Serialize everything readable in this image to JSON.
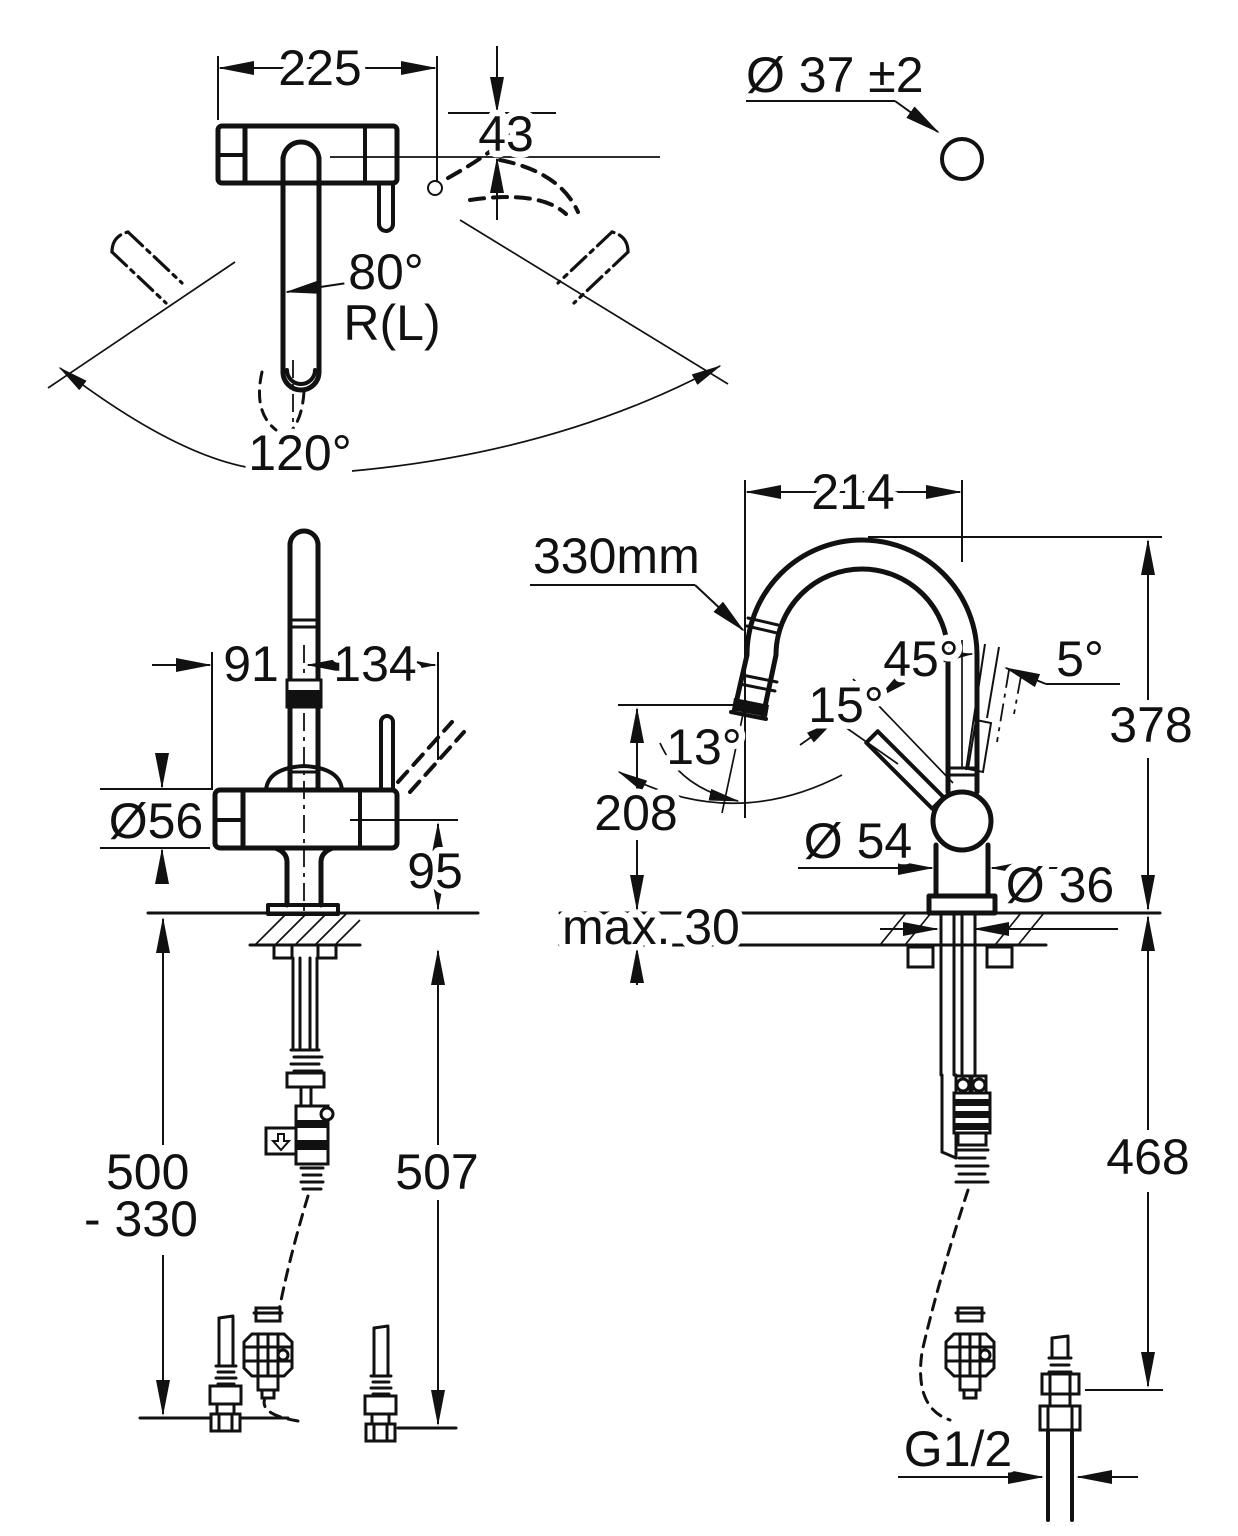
{
  "page": {
    "background": "#ffffff",
    "line_color": "#111111"
  },
  "views": {
    "top_view": {
      "labels": {
        "width": "225",
        "lever_height": "43",
        "spout_swivel": "80°",
        "outlet_variant": "R(L)",
        "swivel_range": "120°"
      }
    },
    "mounting_hole": {
      "labels": {
        "hole_diameter": "Ø 37 ±2"
      }
    },
    "front_view": {
      "labels": {
        "spout_offset_left": "91",
        "lever_offset_right": "134",
        "body_diameter": "Ø56",
        "body_height": "95",
        "hose_length_range_line1": "500",
        "hose_length_range_line2": "- 330",
        "total_height_below": "507"
      }
    },
    "side_view": {
      "labels": {
        "spout_reach": "214",
        "pullout_hose_length": "330mm",
        "lever_open_angle": "45°",
        "lever_tilt_angle": "5°",
        "lever_swing_angle": "15°",
        "outlet_angle": "13°",
        "height_above_deck": "378",
        "outlet_clearance": "208",
        "base_diameter": "Ø 54",
        "deck_thickness": "max. 30",
        "shank_diameter": "Ø 36",
        "height_below_deck": "468",
        "connection_thread": "G1/2"
      }
    }
  }
}
